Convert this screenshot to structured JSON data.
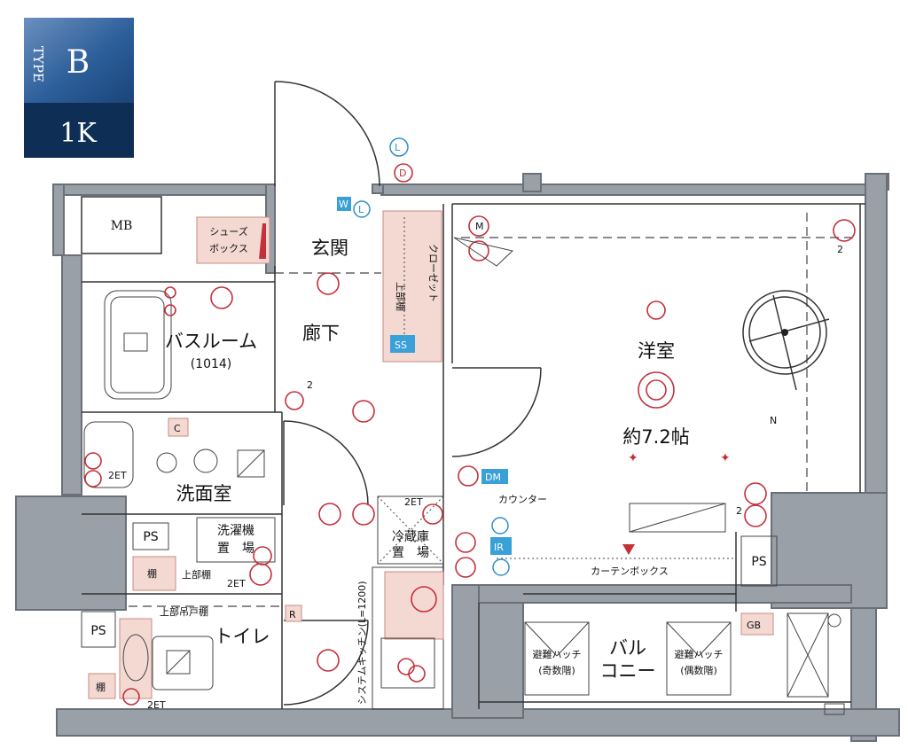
{
  "type_badge": {
    "type_word": "TYPE",
    "letter": "B",
    "layout": "1K"
  },
  "rooms": {
    "mb": "MB",
    "shoe_box_1": "シューズ",
    "shoe_box_2": "ボックス",
    "entrance": "玄関",
    "closet": "クローゼット",
    "closet_shelf": "上部棚",
    "hallway": "廊下",
    "bathroom": "バスルーム",
    "bathroom_size": "(1014)",
    "western_room": "洋室",
    "room_size": "約7.2帖",
    "washroom": "洗面室",
    "laundry_1": "洗濯機",
    "laundry_2": "置　場",
    "upper_shelf": "上部棚",
    "shelf": "棚",
    "fridge_1": "冷蔵庫",
    "fridge_2": "置　場",
    "counter": "カウンター",
    "curtain_box": "カーテンボックス",
    "toilet": "トイレ",
    "upper_cabinet": "上部吊戸棚",
    "kitchen": "システムキッチン(L=1200)",
    "balcony_1": "バル",
    "balcony_2": "コニー",
    "hatch_odd_1": "避難ハッチ",
    "hatch_odd_2": "(奇数階)",
    "hatch_even_1": "避難ハッチ",
    "hatch_even_2": "(偶数階)",
    "ps_1": "PS",
    "ps_2": "PS",
    "ps_3": "PS",
    "gb": "GB",
    "north": "N"
  },
  "symbols": {
    "l": "L",
    "d": "D",
    "w": "W",
    "ss": "SS",
    "c": "C",
    "r": "R",
    "m": "M",
    "dm": "DM",
    "ir": "IR",
    "two": "2",
    "two_et": "2ET"
  },
  "colors": {
    "badge_top": "#2d5f9a",
    "badge_bottom": "#0e2e55",
    "wall": "#9aa0a8",
    "accent_red": "#c4303a",
    "accent_blue": "#3aa0d8",
    "fixture_pink": "#f4d9d3"
  }
}
